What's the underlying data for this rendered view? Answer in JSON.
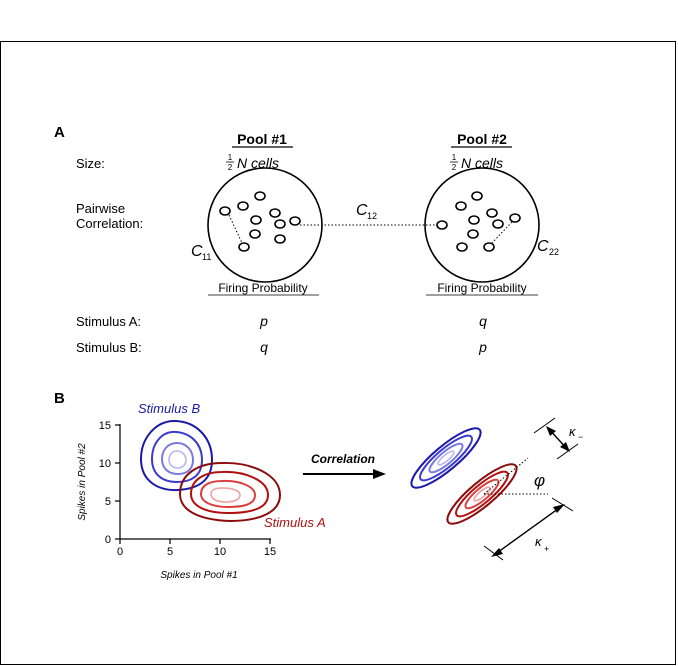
{
  "panel_a": {
    "letter": "A",
    "pool1_title": "Pool #1",
    "pool2_title": "Pool #2",
    "size_label": "Size:",
    "size_frac_num": "1",
    "size_frac_den": "2",
    "size_value": "N cells",
    "corr_label_1": "Pairwise",
    "corr_label_2": "Correlation:",
    "c11": "C",
    "c11_sub": "11",
    "c12": "C",
    "c12_sub": "12",
    "c22": "C",
    "c22_sub": "22",
    "firing_prob": "Firing Probability",
    "stim_a_label": "Stimulus A:",
    "stim_b_label": "Stimulus B:",
    "pool1_stim_a": "p",
    "pool1_stim_b": "q",
    "pool2_stim_a": "q",
    "pool2_stim_b": "p"
  },
  "panel_b": {
    "letter": "B",
    "stimulus_b_label": "Stimulus B",
    "stimulus_a_label": "Stimulus A",
    "x_axis_label": "Spikes in Pool #1",
    "y_axis_label": "Spikes in Pool #2",
    "x_ticks": [
      "0",
      "5",
      "10",
      "15"
    ],
    "y_ticks": [
      "0",
      "5",
      "10",
      "15"
    ],
    "arrow_label": "Correlation",
    "phi": "φ",
    "kappa_minus": "κ",
    "kappa_minus_sub": "−",
    "kappa_plus": "κ",
    "kappa_plus_sub": "+",
    "colors": {
      "stimulus_b": "#1a1aa6",
      "stimulus_a": "#b01010"
    }
  }
}
